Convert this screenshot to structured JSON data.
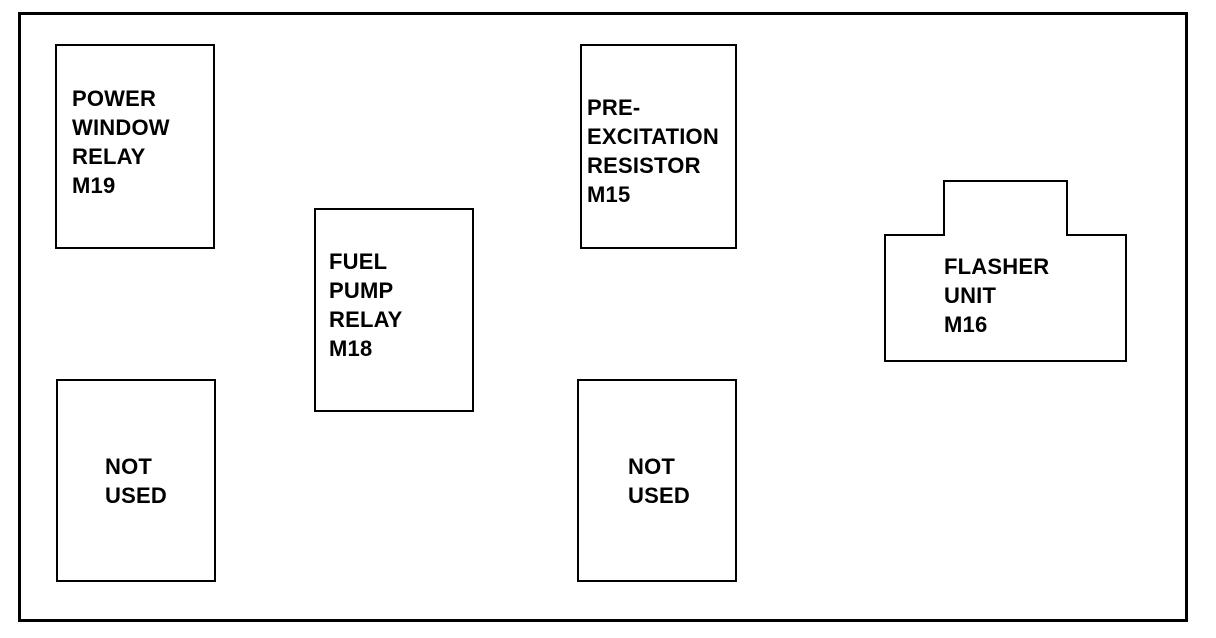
{
  "components": [
    {
      "id": "power-window-relay",
      "lines": [
        "POWER",
        "WINDOW",
        "RELAY",
        "M19"
      ]
    },
    {
      "id": "fuel-pump-relay",
      "lines": [
        "FUEL",
        "PUMP",
        "RELAY",
        "M18"
      ]
    },
    {
      "id": "pre-excitation-resistor",
      "lines": [
        "PRE-",
        "EXCITATION",
        "RESISTOR",
        "M15"
      ]
    },
    {
      "id": "flasher-unit",
      "lines": [
        "FLASHER",
        "UNIT",
        "M16"
      ]
    },
    {
      "id": "not-used-left",
      "lines": [
        "NOT",
        "USED"
      ]
    },
    {
      "id": "not-used-right",
      "lines": [
        "NOT",
        "USED"
      ]
    }
  ]
}
